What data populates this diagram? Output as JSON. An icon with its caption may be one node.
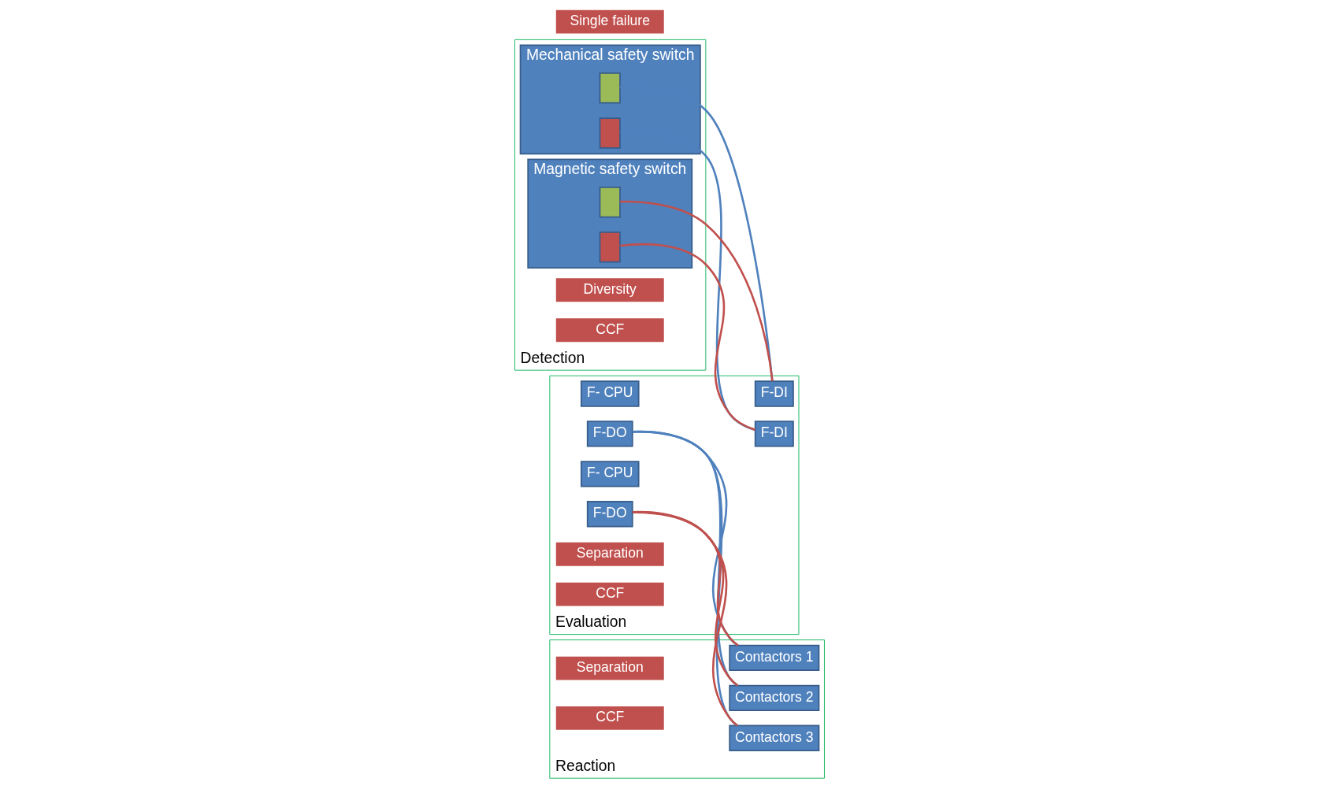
{
  "diagram": {
    "nodes": [
      {
        "text": [
          "Detection"
        ]
      },
      {
        "text": [
          "Mechanical safety switch"
        ],
        "in": 0
      },
      {
        "text": [],
        "shape": "box",
        "in": 1
      },
      {
        "text": [],
        "shape": "box",
        "in": 1
      },
      {
        "text": [
          "Magnetic safety switch"
        ],
        "in": 0
      },
      {
        "text": [],
        "shape": "box",
        "in": 4
      },
      {
        "text": [],
        "shape": "box",
        "in": 4
      },
      {
        "text": [
          "Diversity"
        ],
        "in": 0
      },
      {
        "text": [
          "CCF"
        ],
        "in": 0
      },
      {
        "text": [
          "Evaluation"
        ]
      },
      {
        "text": [
          "F-DI"
        ],
        "in": 9
      },
      {
        "text": [
          "F- CPU"
        ],
        "in": 9
      },
      {
        "text": [
          "F-DO"
        ],
        "in": 9
      },
      {
        "text": [
          "F-DI"
        ],
        "in": 9
      },
      {
        "text": [
          "F- CPU"
        ],
        "in": 9
      },
      {
        "text": [
          "F-DO"
        ],
        "in": 9
      },
      {
        "text": [
          "Separation"
        ],
        "in": 9
      },
      {
        "text": [
          "CCF"
        ],
        "in": 9
      },
      {
        "text": [
          "Reaction"
        ]
      },
      {
        "text": [
          "Contactors 1"
        ],
        "in": 18
      },
      {
        "text": [
          "Contactors 2"
        ],
        "in": 18
      },
      {
        "text": [
          "Contactors 3"
        ],
        "in": 18
      },
      {
        "text": [
          "Separation"
        ],
        "in": 18
      },
      {
        "text": [
          "CCF"
        ],
        "in": 18
      },
      {
        "text": [
          "Single failure"
        ]
      }
    ],
    "edges": [
      {
        "from": 2,
        "to": 10,
        "arrow": "none",
        "color": "#4f81bd"
      },
      {
        "from": 5,
        "to": 10,
        "arrow": "none",
        "color": "#c0504d"
      },
      {
        "from": 3,
        "to": 13,
        "arrow": "none",
        "color": "#4f81bd"
      },
      {
        "from": 6,
        "to": 13,
        "arrow": "none",
        "color": "#c0504d"
      },
      {
        "from": 12,
        "to": 19,
        "arrow": "none",
        "color": "#4f81bd"
      },
      {
        "from": 12,
        "to": 20,
        "arrow": "none",
        "color": "#4f81bd"
      },
      {
        "from": 12,
        "to": 21,
        "arrow": "none",
        "color": "#4f81bd"
      },
      {
        "from": 15,
        "to": 19,
        "arrow": "none",
        "color": "#c0504d"
      },
      {
        "from": 15,
        "to": 20,
        "arrow": "none",
        "color": "#c0504d"
      },
      {
        "from": 15,
        "to": 21,
        "arrow": "none",
        "color": "#c0504d"
      }
    ]
  }
}
